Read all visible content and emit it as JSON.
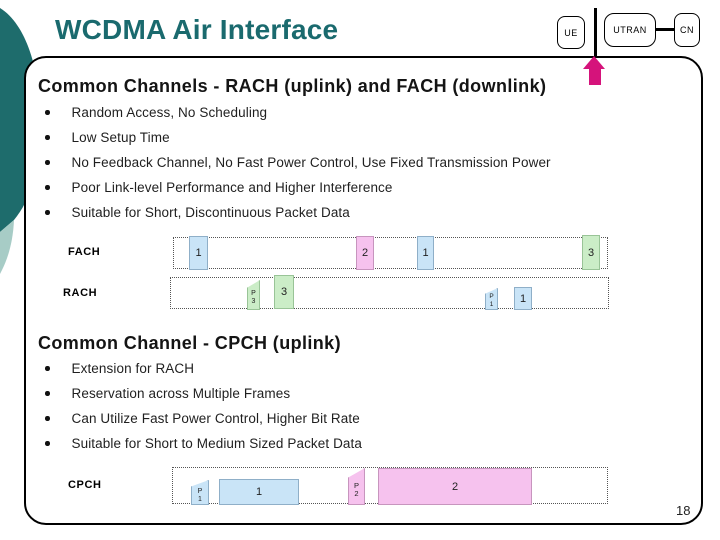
{
  "slide": {
    "title": "WCDMA Air Interface",
    "page_number": "18"
  },
  "network_diagram": {
    "ue_label": "UE",
    "utran_label": "UTRAN",
    "cn_label": "CN"
  },
  "sections": [
    {
      "heading": "Common Channels - RACH (uplink) and FACH (downlink)",
      "bullets": [
        "Random Access, No Scheduling",
        "Low Setup Time",
        "No Feedback Channel, No Fast Power Control, Use Fixed Transmission Power",
        "Poor Link-level Performance and Higher Interference",
        "Suitable for Short, Discontinuous Packet Data"
      ]
    },
    {
      "heading": "Common Channel - CPCH (uplink)",
      "bullets": [
        "Extension for RACH",
        "Reservation across Multiple Frames",
        "Can Utilize Fast Power Control, Higher Bit Rate",
        "Suitable for Short to Medium Sized Packet Data"
      ]
    }
  ],
  "channels": {
    "fach": {
      "label": "FACH",
      "blocks": [
        {
          "text": "1",
          "color": "blue"
        },
        {
          "text": "2",
          "color": "pink"
        },
        {
          "text": "1",
          "color": "blue"
        },
        {
          "text": "3",
          "color": "green"
        }
      ]
    },
    "rach": {
      "label": "RACH",
      "blocks": [
        {
          "line1": "P",
          "line2": "3",
          "color": "green",
          "shape": "pennant"
        },
        {
          "text": "3",
          "color": "green"
        },
        {
          "line1": "P",
          "line2": "1",
          "color": "blue",
          "shape": "pennant"
        },
        {
          "text": "1",
          "color": "blue"
        }
      ]
    },
    "cpch": {
      "label": "CPCH",
      "blocks": [
        {
          "line1": "P",
          "line2": "1",
          "color": "blue",
          "shape": "pennant"
        },
        {
          "text": "1",
          "color": "blue"
        },
        {
          "line1": "P",
          "line2": "2",
          "color": "pink",
          "shape": "pennant"
        },
        {
          "text": "2",
          "color": "pink"
        }
      ]
    }
  },
  "colors": {
    "title_teal": "#1A6A6E",
    "accent_teal": "#1E6C6C",
    "seafoam": "#A7CCC6",
    "arrow_pink": "#D5137B",
    "block_blue": "#C9E4F7",
    "block_blue_border": "#8FAFC8",
    "block_pink": "#F6C2EE",
    "block_pink_border": "#C795BE",
    "block_green": "#CBEDC7",
    "block_green_border": "#99C497"
  }
}
